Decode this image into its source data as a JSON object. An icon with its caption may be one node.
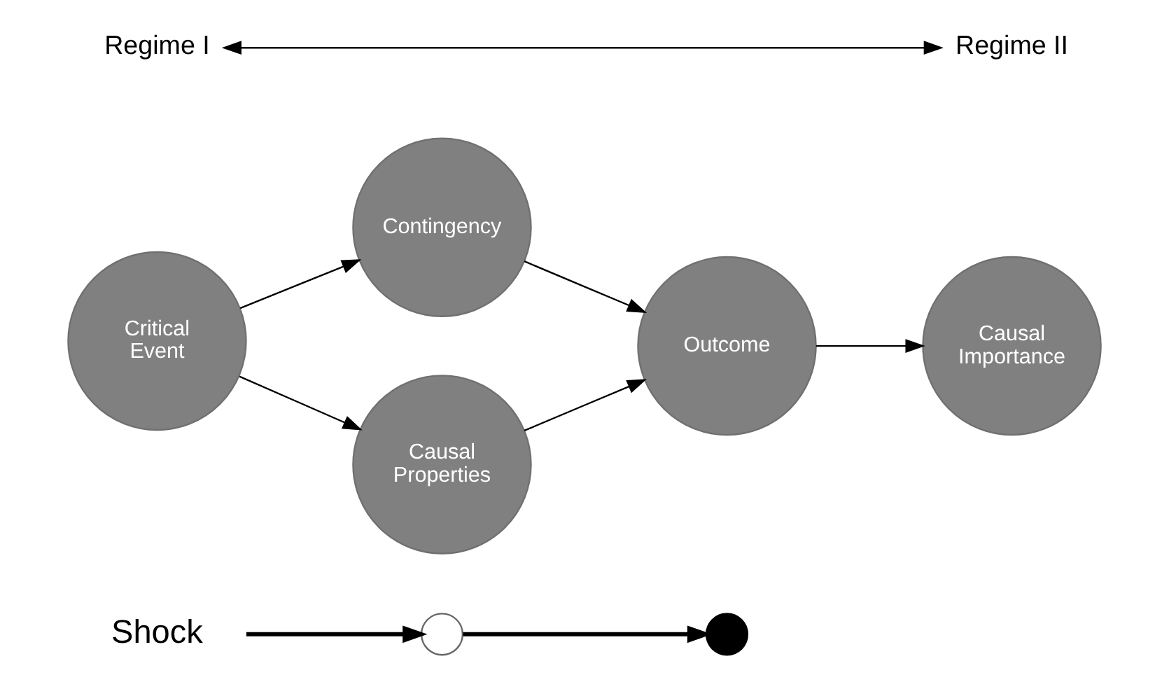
{
  "diagram": {
    "nodes": [
      {
        "text": [
          "Shock"
        ]
      },
      {
        "text": [],
        "shape": "circle"
      },
      {
        "text": [],
        "shape": "circle"
      },
      {
        "text": [
          "Critical Event"
        ]
      },
      {
        "text": [
          "Contingency"
        ]
      },
      {
        "text": [
          "Causal Properties"
        ]
      },
      {
        "text": [
          "Outcome"
        ]
      },
      {
        "text": [
          "Causal Importance"
        ]
      }
    ],
    "edges": [
      {
        "from": 0,
        "to": 1,
        "arrow": "to",
        "style": "thick"
      },
      {
        "from": 1,
        "to": 2,
        "arrow": "to",
        "style": "thick"
      },
      {
        "from": 3,
        "to": 4,
        "arrow": "to"
      },
      {
        "from": 3,
        "to": 5,
        "arrow": "to"
      },
      {
        "from": 4,
        "to": 6,
        "arrow": "to"
      },
      {
        "from": 5,
        "to": 6,
        "arrow": "to"
      },
      {
        "from": 6,
        "to": 7,
        "arrow": "to"
      }
    ],
    "labels": [
      "Regime I",
      "Regime II"
    ]
  }
}
